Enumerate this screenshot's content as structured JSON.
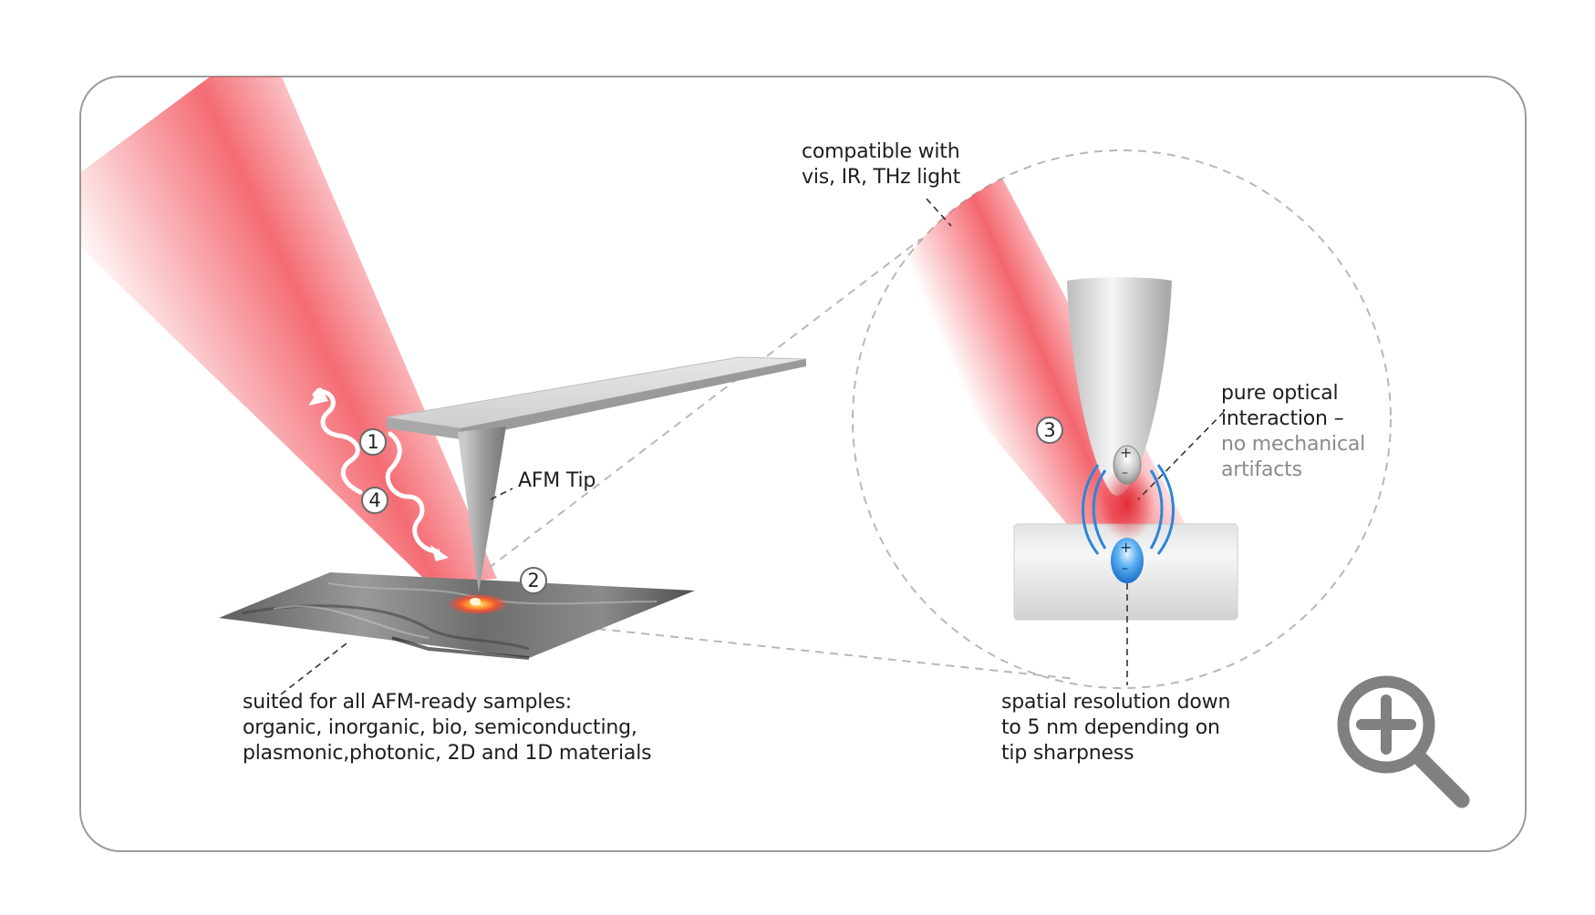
{
  "labels": {
    "light_compat": [
      "compatible with",
      "vis, IR, THz light"
    ],
    "afm_tip": "AFM Tip",
    "optical": {
      "line1": "pure optical",
      "line2": "interaction –",
      "line3": "no mechanical",
      "line4": "artifacts"
    },
    "samples": [
      "suited for all AFM-ready samples:",
      "organic, inorganic, bio, semiconducting,",
      "plasmonic,photonic, 2D and 1D materials"
    ],
    "resolution": [
      "spatial resolution down",
      "to 5 nm depending on",
      "tip sharpness"
    ]
  },
  "markers": [
    "1",
    "2",
    "3",
    "4"
  ],
  "charges": {
    "plus": "+",
    "minus": "–"
  },
  "icons": {
    "zoom": "zoom-in-magnifier-icon"
  },
  "colors": {
    "beam": "#f0545a",
    "frame": "#9a9a9a",
    "dashed": "#b4b4b4",
    "charge_blue": "#2a86d8",
    "icon_gray": "#808080"
  }
}
